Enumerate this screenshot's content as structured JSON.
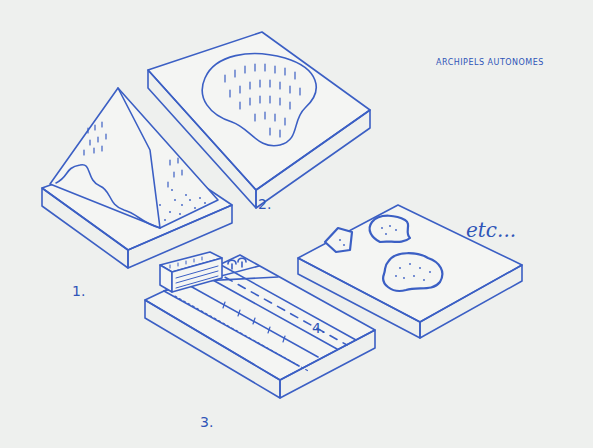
{
  "diagram": {
    "title": "ARCHIPELS AUTONOMES",
    "labels": [
      "1.",
      "2.",
      "3.",
      "4.",
      "etc..."
    ]
  }
}
